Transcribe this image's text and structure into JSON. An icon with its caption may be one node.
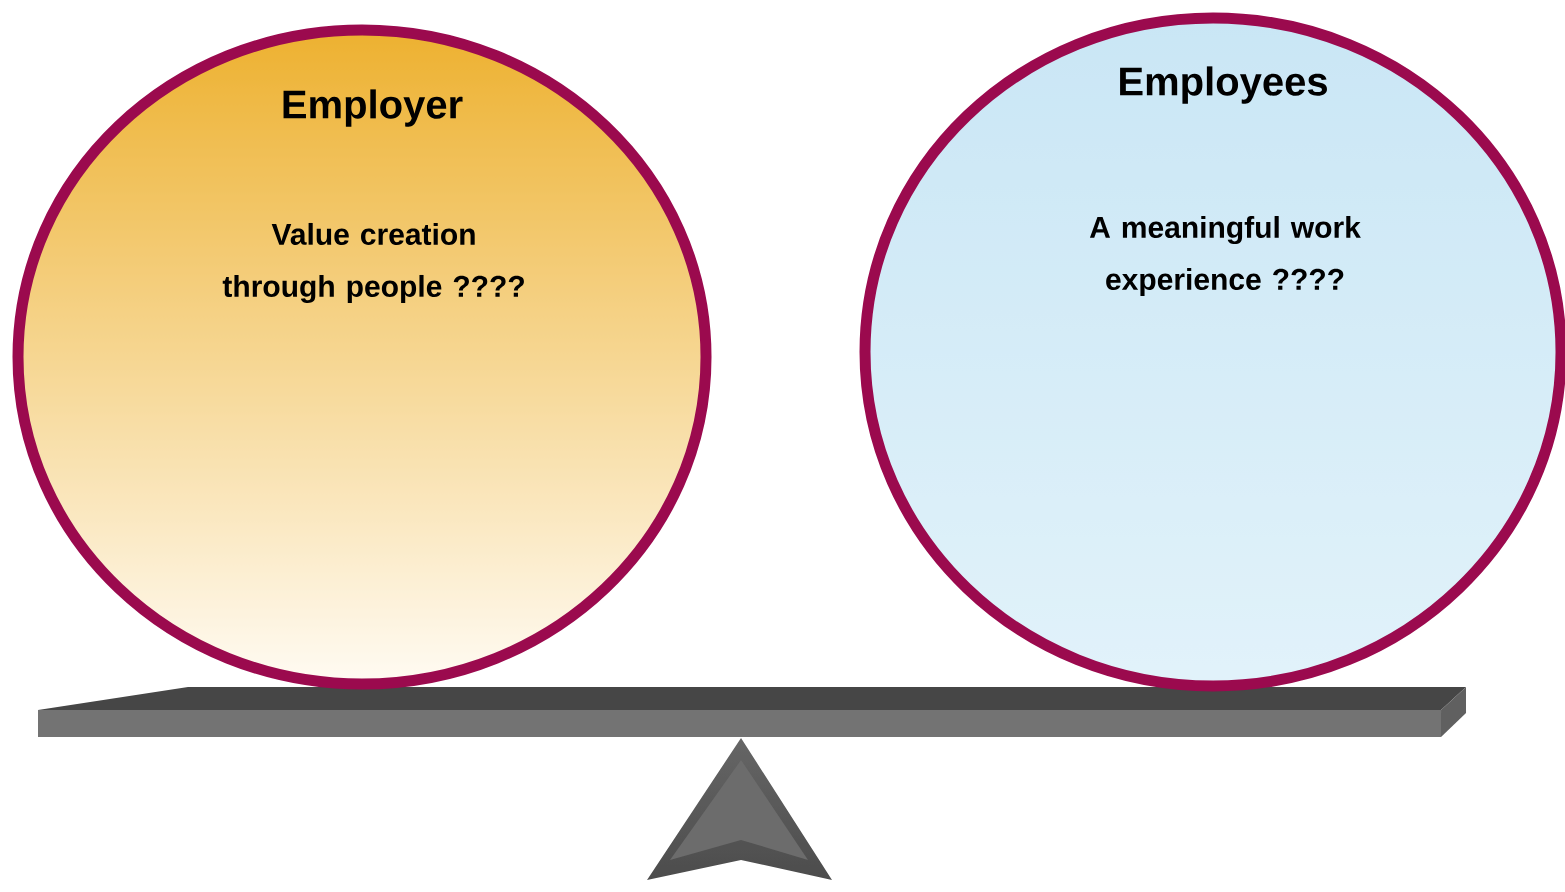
{
  "diagram": {
    "nodes": [
      {
        "text": [
          "Employer",
          "Value creation through people ????"
        ]
      },
      {
        "text": [
          "Employees",
          "A meaningful work experience ????"
        ]
      }
    ]
  }
}
